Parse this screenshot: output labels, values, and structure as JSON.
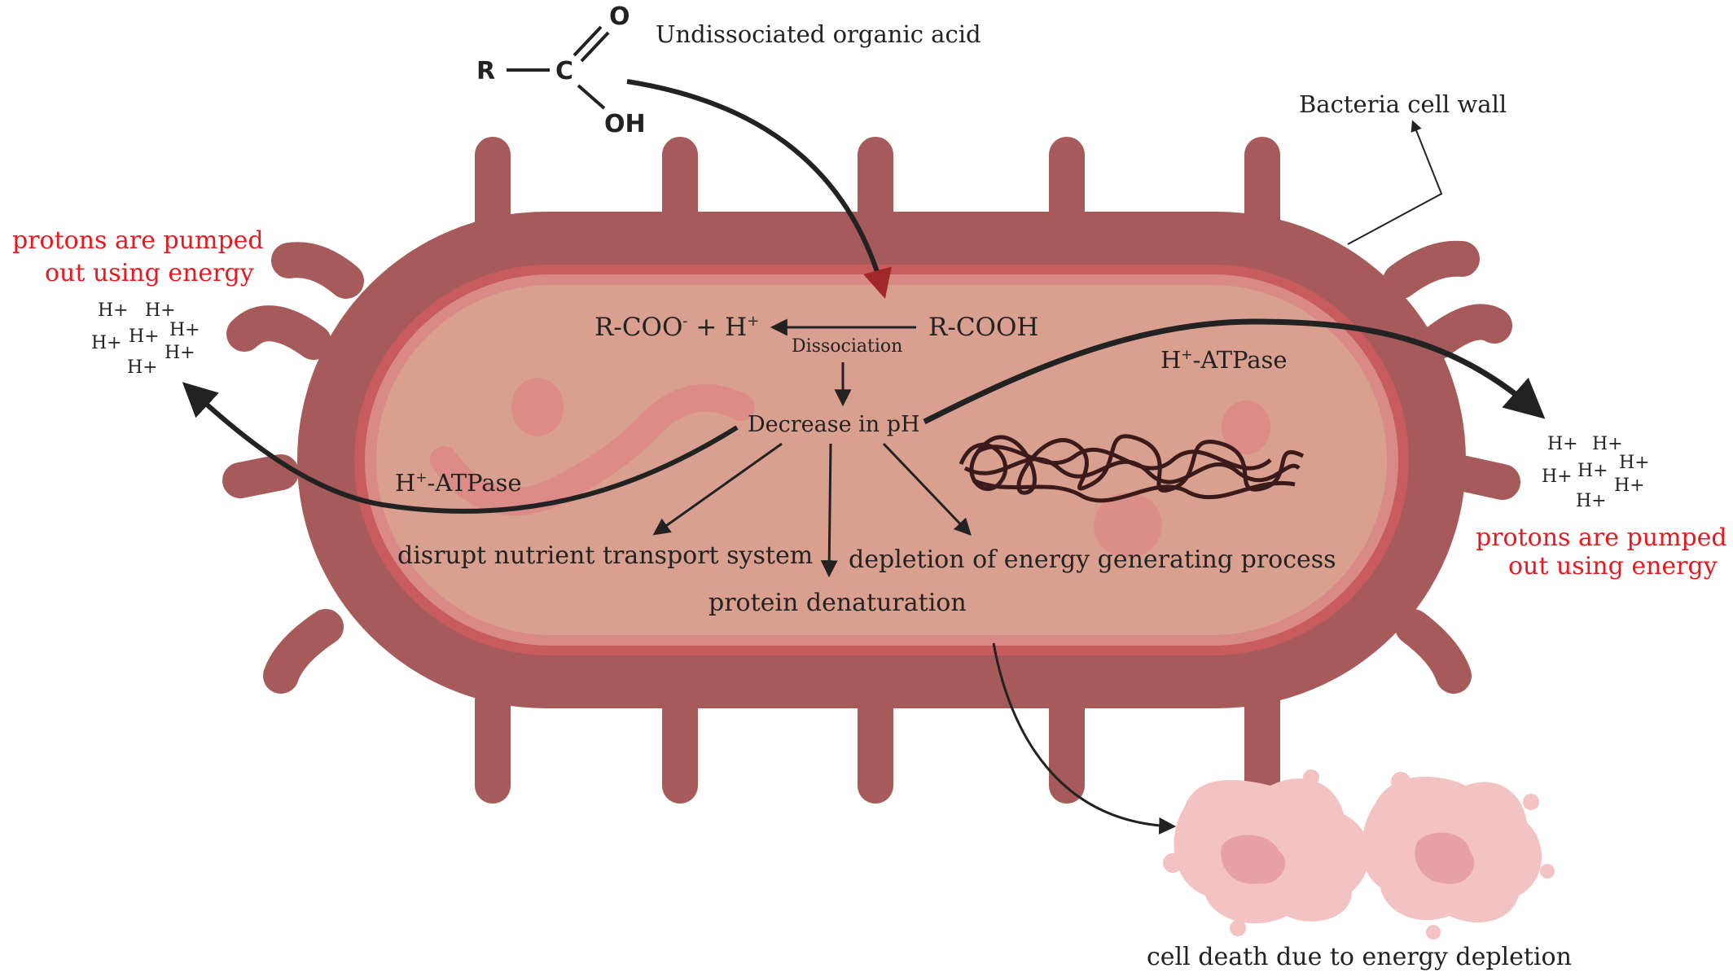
{
  "molecule": {
    "r": "R",
    "c": "C",
    "o": "O",
    "oh": "OH"
  },
  "labels": {
    "undissociated_acid": "Undissociated organic acid",
    "cell_wall": "Bacteria cell wall",
    "rcooh": "R-COOH",
    "rcoo_minus": "R-COO",
    "rcoo_sup": "-",
    "plus_h": " + H",
    "plus_h_sup": "+",
    "dissociation": "Dissociation",
    "decrease_ph": "Decrease in pH",
    "h_atpase_left": "-ATPase",
    "h_atpase_right": "-ATPase",
    "h_prefix": "H",
    "h_sup": "+",
    "nutrient": "disrupt nutrient transport system",
    "protein": "protein denaturation",
    "energy_depletion": "depletion of energy generating process",
    "cell_death": "cell death due to energy depletion",
    "protons_left_line1": "protons are pumped",
    "protons_left_line2": "out using energy",
    "protons_right_line1": "protons are pumped",
    "protons_right_line2": "out using energy",
    "proton": "H+"
  },
  "colors": {
    "wall": "#a75a5a",
    "membrane": "#c75b5e",
    "cytoplasm": "#d9a090",
    "highlight": "#e07a80",
    "dna": "#3a1a1a",
    "dead_cell": "#f3c3c3",
    "accent_red": "#e8191e"
  }
}
